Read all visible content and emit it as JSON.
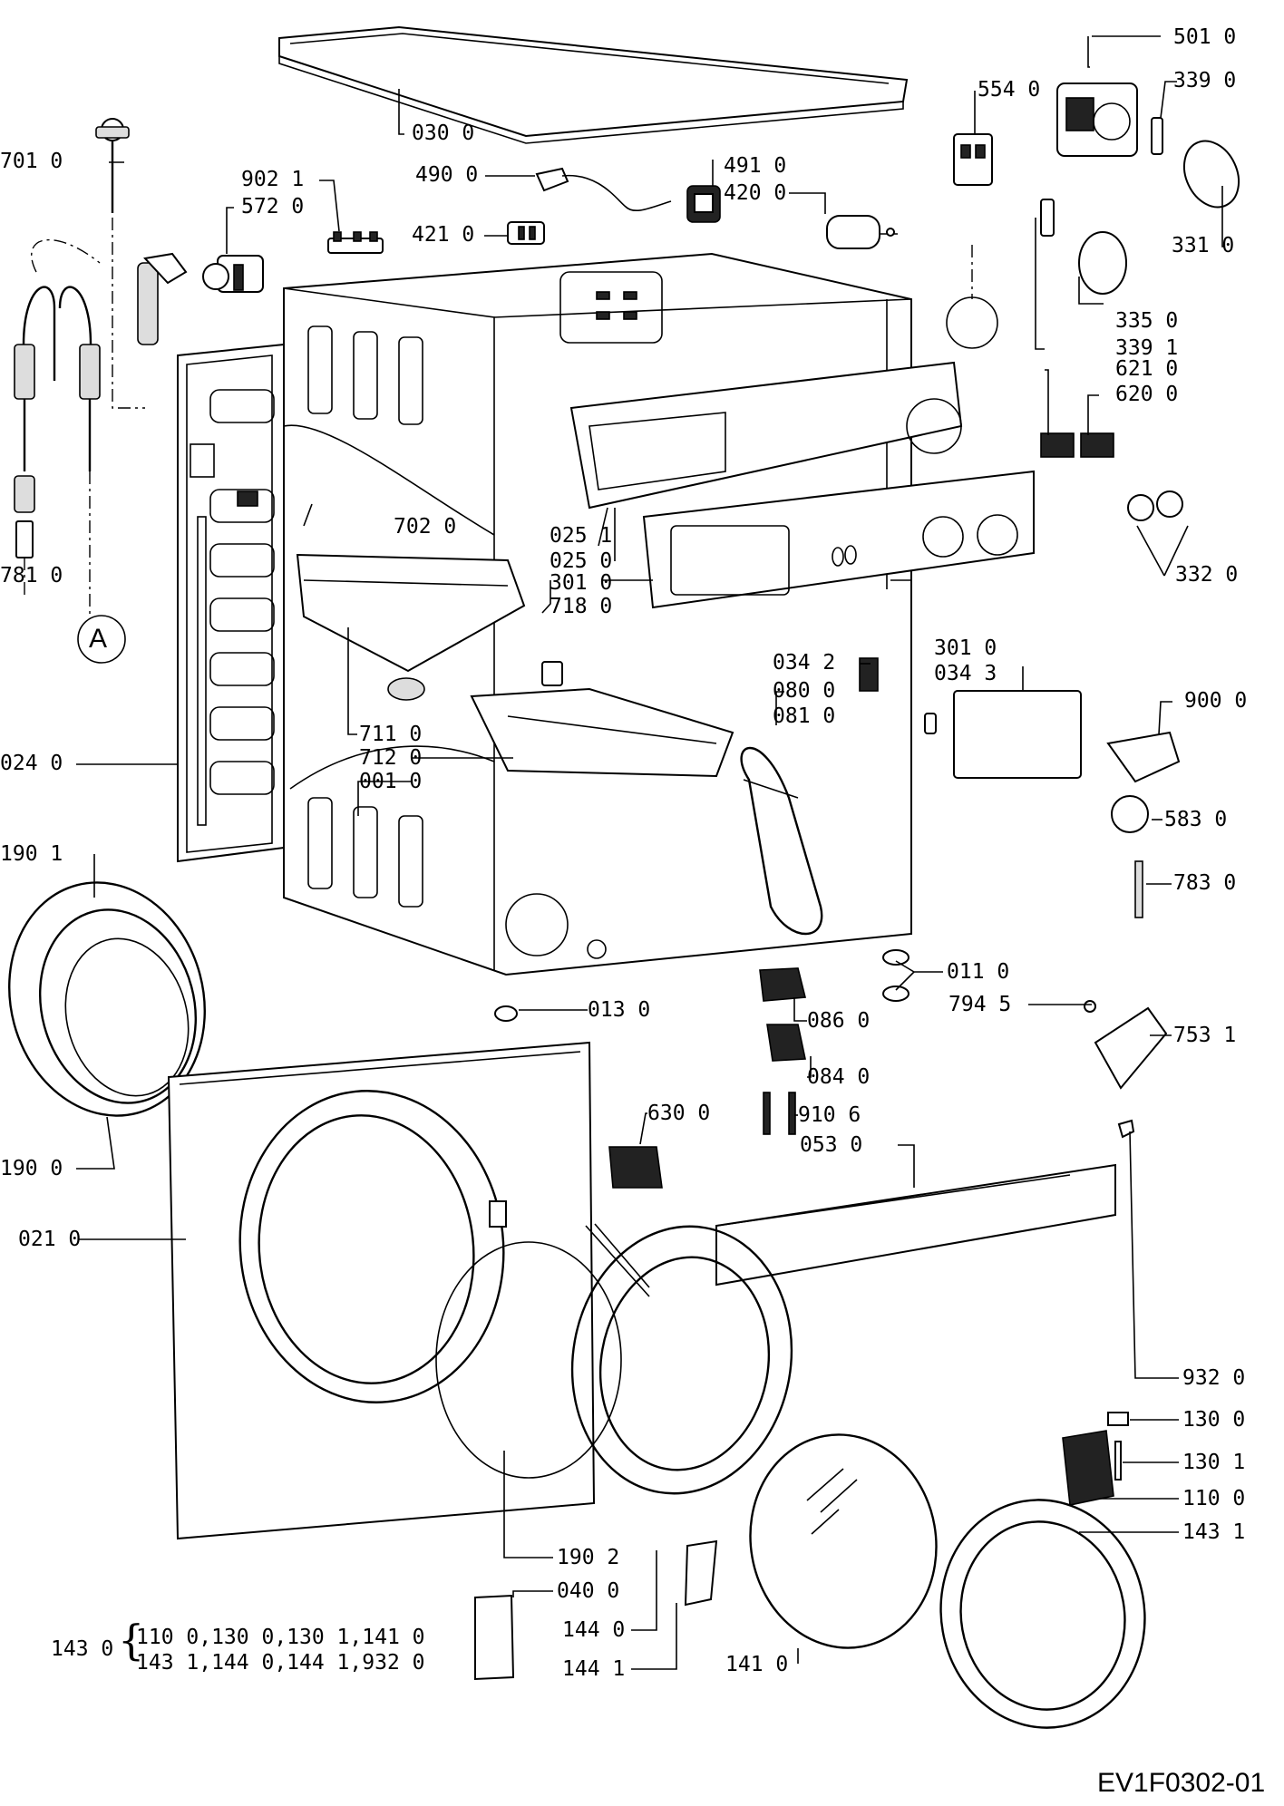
{
  "drawing_code": "EV1F0302-01",
  "parts": {
    "p030_0": "030 0",
    "p501_0": "501 0",
    "p554_0": "554 0",
    "p339_0": "339 0",
    "p701_0": "701 0",
    "p902_1": "902 1",
    "p572_0": "572 0",
    "p490_0": "490 0",
    "p491_0": "491 0",
    "p420_0": "420 0",
    "p421_0": "421 0",
    "p331_0": "331 0",
    "p335_0": "335 0",
    "p339_1": "339 1",
    "p621_0": "621 0",
    "p620_0": "620 0",
    "p702_0": "702 0",
    "p025_1": "025 1",
    "p025_0": "025 0",
    "p301_0a": "301 0",
    "p718_0": "718 0",
    "p332_0": "332 0",
    "p781_0": "781 0",
    "marker_a": "A",
    "p034_2": "034 2",
    "p080_0": "080 0",
    "p081_0": "081 0",
    "p301_0b": "301 0",
    "p034_3": "034 3",
    "p900_0": "900 0",
    "p711_0": "711 0",
    "p712_0": "712 0",
    "p001_0": "001 0",
    "p024_0": "024 0",
    "p583_0": "583 0",
    "p190_1": "190 1",
    "p783_0": "783 0",
    "p011_0": "011 0",
    "p013_0": "013 0",
    "p086_0": "086 0",
    "p794_5": "794 5",
    "p753_1": "753 1",
    "p084_0": "084 0",
    "p630_0": "630 0",
    "p910_6": "910 6",
    "p053_0": "053 0",
    "p190_0": "190 0",
    "p021_0": "021 0",
    "p932_0": "932 0",
    "p130_0": "130 0",
    "p130_1": "130 1",
    "p110_0": "110 0",
    "p143_1": "143 1",
    "p190_2": "190 2",
    "p040_0": "040 0",
    "p144_0": "144 0",
    "p144_1": "144 1",
    "p141_0": "141 0"
  },
  "kit": {
    "label": "143 0",
    "line1": "110 0,130 0,130 1,141 0",
    "line2": "143 1,144 0,144 1,932 0"
  }
}
